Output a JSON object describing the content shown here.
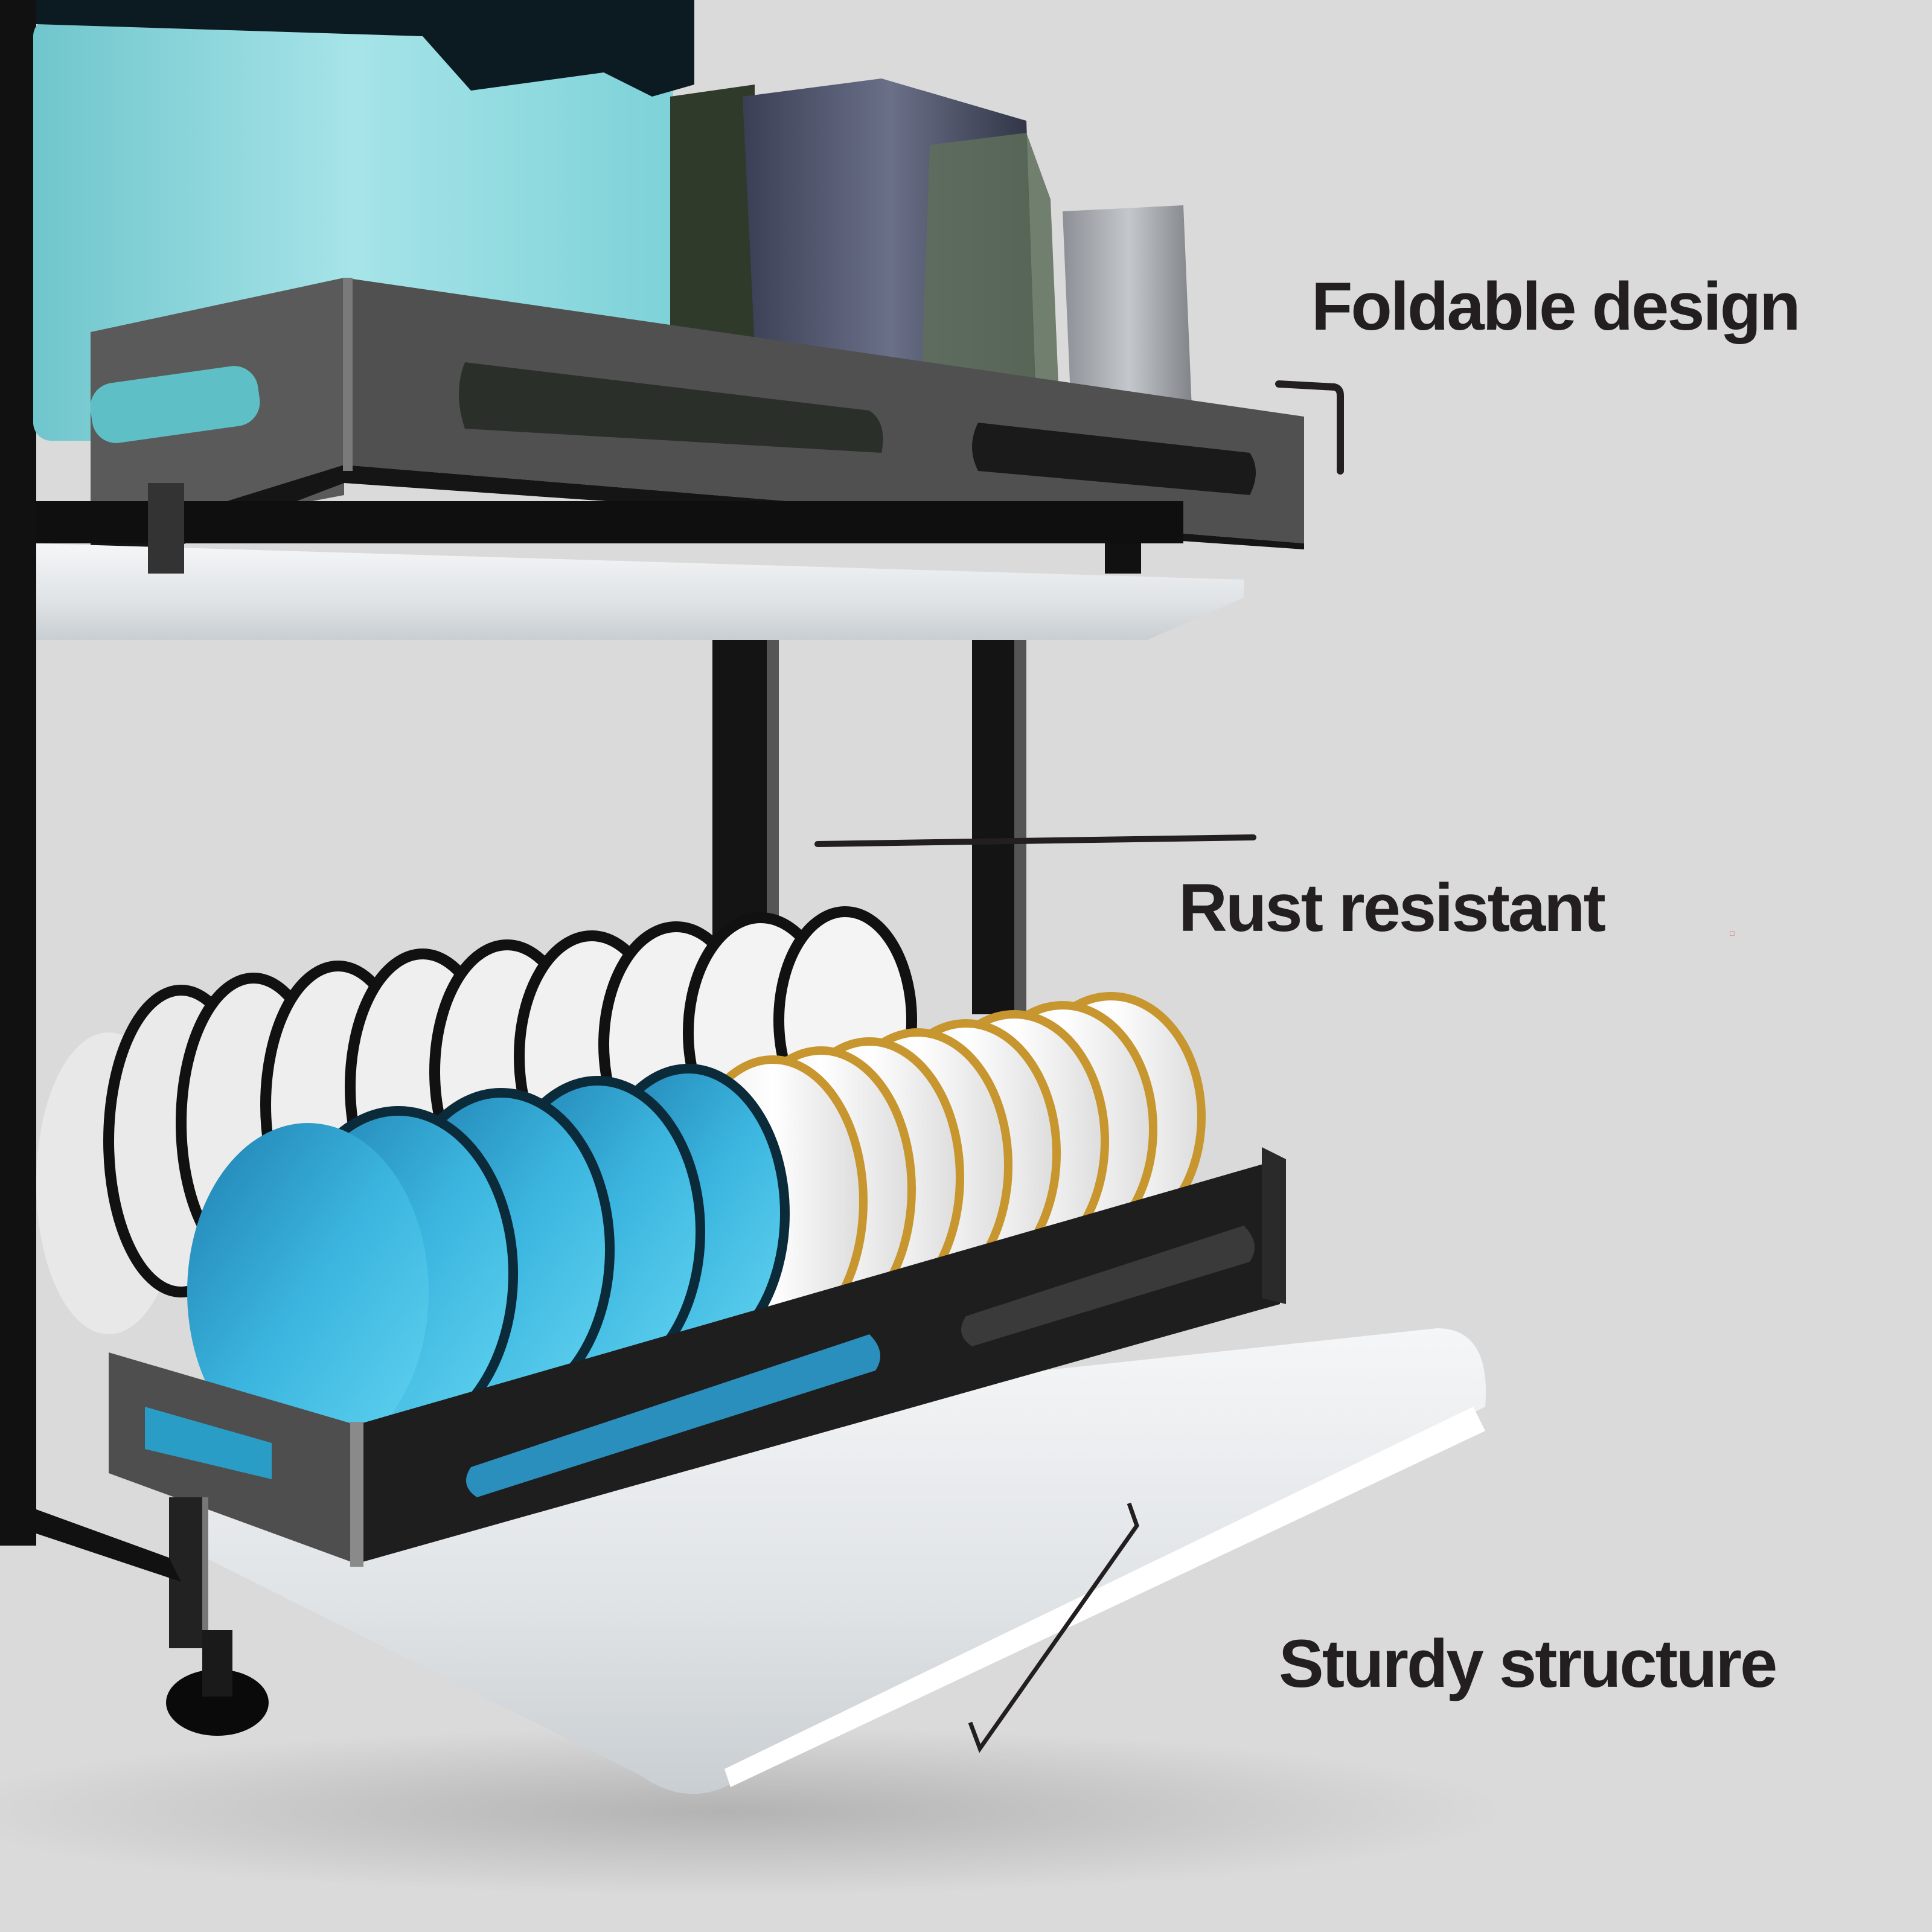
{
  "image": {
    "description": "Two-tier black dish drying rack with feature callouts",
    "background_color": "#dadada",
    "text_color": "#231f20"
  },
  "features": [
    {
      "label": "Foldable design"
    },
    {
      "label": "Rust resistant"
    },
    {
      "label": "Sturdy structure"
    }
  ],
  "product": {
    "frame_color": "#1c1c1c",
    "frame_highlight": "#4a4a4a",
    "tray_color": "#f3f4f5",
    "top_shelf_items": [
      "teal container",
      "dark glass cups",
      "clear glasses"
    ],
    "bottom_shelf_items": [
      "white bowls with black rim",
      "blue plates",
      "white plates with gold rim"
    ],
    "colors": {
      "teal_container": "#8fd8dc",
      "blue_plate": "#2fa6d2",
      "blue_plate_light": "#5fd0ee",
      "white_plate": "#f1f1f1",
      "gold_rim": "#c8962e"
    }
  }
}
